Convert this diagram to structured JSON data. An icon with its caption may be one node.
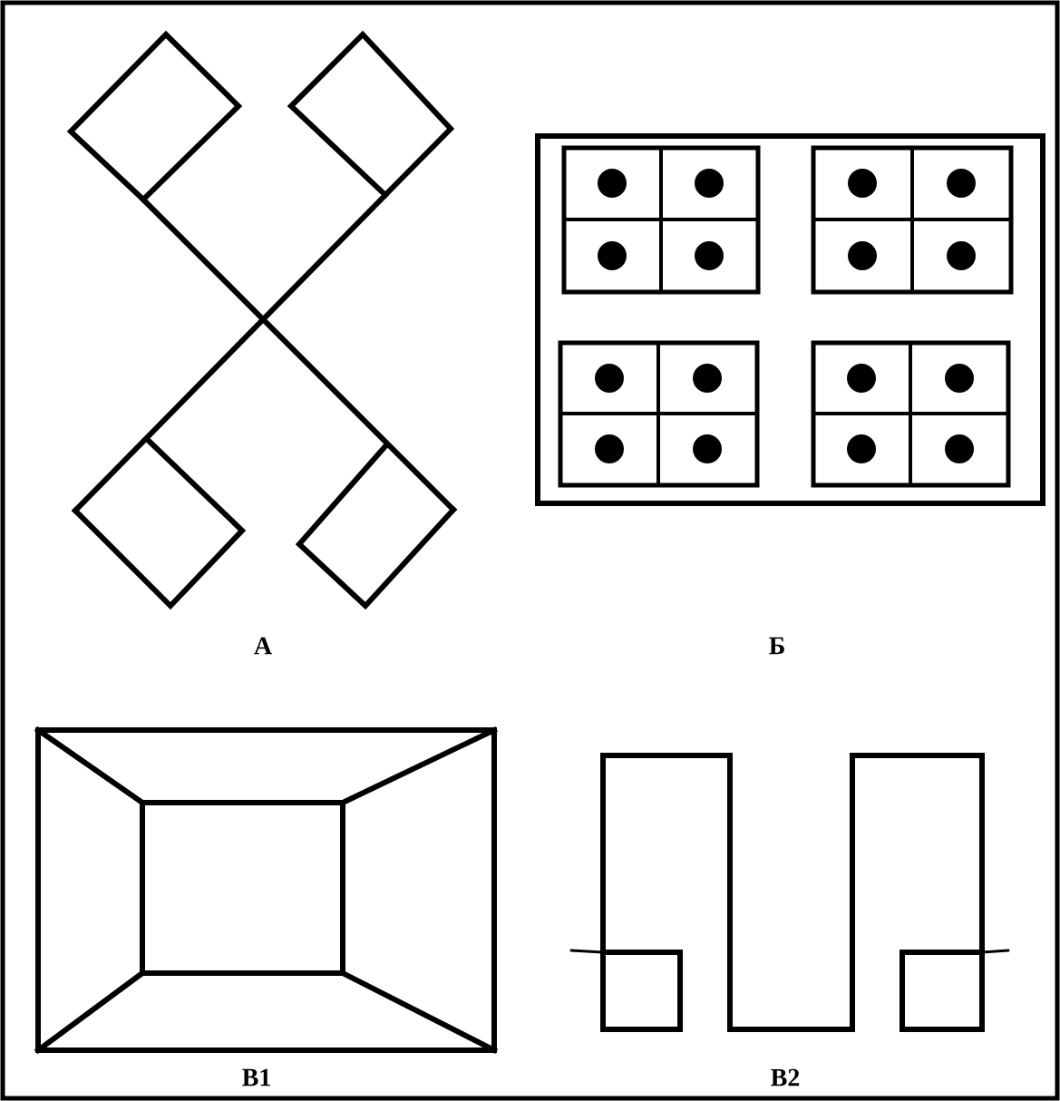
{
  "diagram": {
    "labels": [
      "А",
      "Б",
      "В1",
      "В2"
    ]
  }
}
